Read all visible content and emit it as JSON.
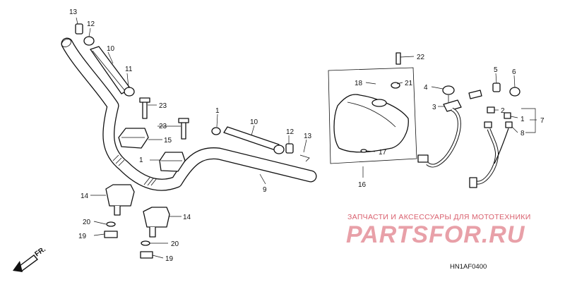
{
  "callouts": {
    "c13a": "13",
    "c12a": "12",
    "c10a": "10",
    "c11a": "11",
    "c23a": "23",
    "c15a": "15",
    "c23b": "23",
    "c15b": "1",
    "c1": "1",
    "c10b": "10",
    "c12b": "12",
    "c13b": "13",
    "c9": "9",
    "c14a": "14",
    "c14b": "14",
    "c20a": "20",
    "c20b": "20",
    "c19a": "19",
    "c19b": "19",
    "c22": "22",
    "c18": "18",
    "c21": "21",
    "c17": "17",
    "c16": "16",
    "c4": "4",
    "c3": "3",
    "c5": "5",
    "c6": "6",
    "c2": "2",
    "c1r": "1",
    "c8": "8",
    "c7": "7"
  },
  "front_arrow": "FR.",
  "watermark": {
    "tagline": "ЗАПЧАСТИ И АКСЕССУАРЫ ДЛЯ МОТОТЕХНИКИ",
    "logo": "PARTSFOR.RU",
    "color": "#d9606e"
  },
  "diagram_code": "HN1AF0400"
}
